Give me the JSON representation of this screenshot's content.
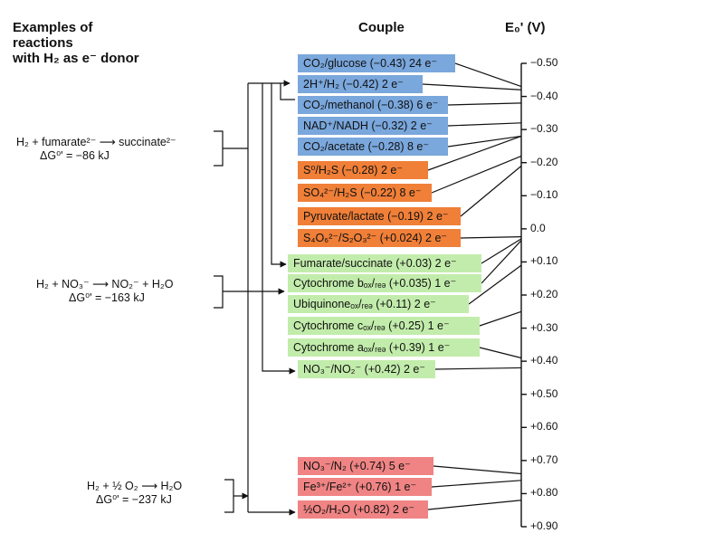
{
  "header": {
    "left_title_lines": [
      "Examples of",
      "reactions",
      "with H₂ as e⁻ donor"
    ],
    "couple_title": "Couple",
    "axis_title": "E₀' (V)"
  },
  "colors": {
    "blue": "#7aa7dc",
    "orange": "#f07f38",
    "green": "#c2ecab",
    "red": "#f08484",
    "line": "#111111"
  },
  "reactions": [
    {
      "id": "fumarate",
      "equation": "H₂ + fumarate²⁻  ⟶  succinate²⁻",
      "energy": "ΔG⁰' = −86 kJ"
    },
    {
      "id": "nitrate",
      "equation": "H₂ + NO₃⁻  ⟶  NO₂⁻ + H₂O",
      "energy": "ΔG⁰' = −163 kJ"
    },
    {
      "id": "oxygen",
      "equation": "H₂ + ½ O₂  ⟶  H₂O",
      "energy": "ΔG⁰' = −237 kJ"
    }
  ],
  "couples": [
    {
      "label": "CO₂/glucose (−0.43) 24 e⁻",
      "color": "blue",
      "e0": -0.43
    },
    {
      "label": "2H⁺/H₂ (−0.42) 2 e⁻",
      "color": "blue",
      "e0": -0.42
    },
    {
      "label": "CO₂/methanol (−0.38) 6 e⁻",
      "color": "blue",
      "e0": -0.38
    },
    {
      "label": "NAD⁺/NADH (−0.32) 2 e⁻",
      "color": "blue",
      "e0": -0.32
    },
    {
      "label": "CO₂/acetate (−0.28) 8 e⁻",
      "color": "blue",
      "e0": -0.28
    },
    {
      "label": "S⁰/H₂S (−0.28) 2 e⁻",
      "color": "orange",
      "e0": -0.28
    },
    {
      "label": "SO₄²⁻/H₂S (−0.22) 8 e⁻",
      "color": "orange",
      "e0": -0.22
    },
    {
      "label": "Pyruvate/lactate (−0.19) 2 e⁻",
      "color": "orange",
      "e0": -0.19
    },
    {
      "label": "S₄O₆²⁻/S₂O₃²⁻ (+0.024) 2 e⁻",
      "color": "orange",
      "e0": 0.024
    },
    {
      "label": "Fumarate/succinate (+0.03) 2 e⁻",
      "color": "green",
      "e0": 0.03
    },
    {
      "label": "Cytochrome bₒₓ/ᵣₑₔ (+0.035) 1 e⁻",
      "color": "green",
      "e0": 0.035
    },
    {
      "label": "Ubiquinoneₒₓ/ᵣₑₔ (+0.11) 2 e⁻",
      "color": "green",
      "e0": 0.11
    },
    {
      "label": "Cytochrome cₒₓ/ᵣₑₔ (+0.25) 1 e⁻",
      "color": "green",
      "e0": 0.25
    },
    {
      "label": "Cytochrome aₒₓ/ᵣₑₔ (+0.39) 1 e⁻",
      "color": "green",
      "e0": 0.39
    },
    {
      "label": "NO₃⁻/NO₂⁻ (+0.42) 2 e⁻",
      "color": "green",
      "e0": 0.42
    },
    {
      "label": "NO₃⁻/N₂ (+0.74) 5 e⁻",
      "color": "red",
      "e0": 0.74
    },
    {
      "label": "Fe³⁺/Fe²⁺ (+0.76) 1 e⁻",
      "color": "red",
      "e0": 0.76
    },
    {
      "label": "½O₂/H₂O (+0.82) 2 e⁻",
      "color": "red",
      "e0": 0.82
    }
  ],
  "axis": {
    "ticks": [
      "−0.50",
      "−0.40",
      "−0.30",
      "−0.20",
      "−0.10",
      "0.0",
      "+0.10",
      "+0.20",
      "+0.30",
      "+0.40",
      "+0.50",
      "+0.60",
      "+0.70",
      "+0.80",
      "+0.90"
    ],
    "min": -0.5,
    "max": 0.9
  }
}
